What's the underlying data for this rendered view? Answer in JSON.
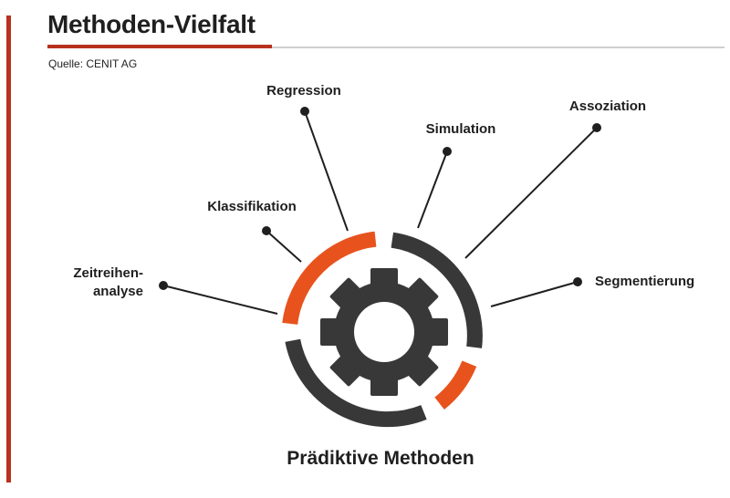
{
  "header": {
    "title": "Methoden-Vielfalt",
    "source": "Quelle: CENIT AG"
  },
  "diagram": {
    "center_label": "Prädiktive Methoden",
    "methods": {
      "regression": "Regression",
      "simulation": "Simulation",
      "assoziation": "Assoziation",
      "klassifikation": "Klassifikation",
      "zeitreihen_line1": "Zeitreihen-",
      "zeitreihen_line2": "analyse",
      "segmentierung": "Segmentierung"
    }
  },
  "colors": {
    "accent_red": "#b8311f",
    "orange": "#e8531d",
    "dark": "#383838",
    "rule_grey": "#cfcfcf"
  }
}
